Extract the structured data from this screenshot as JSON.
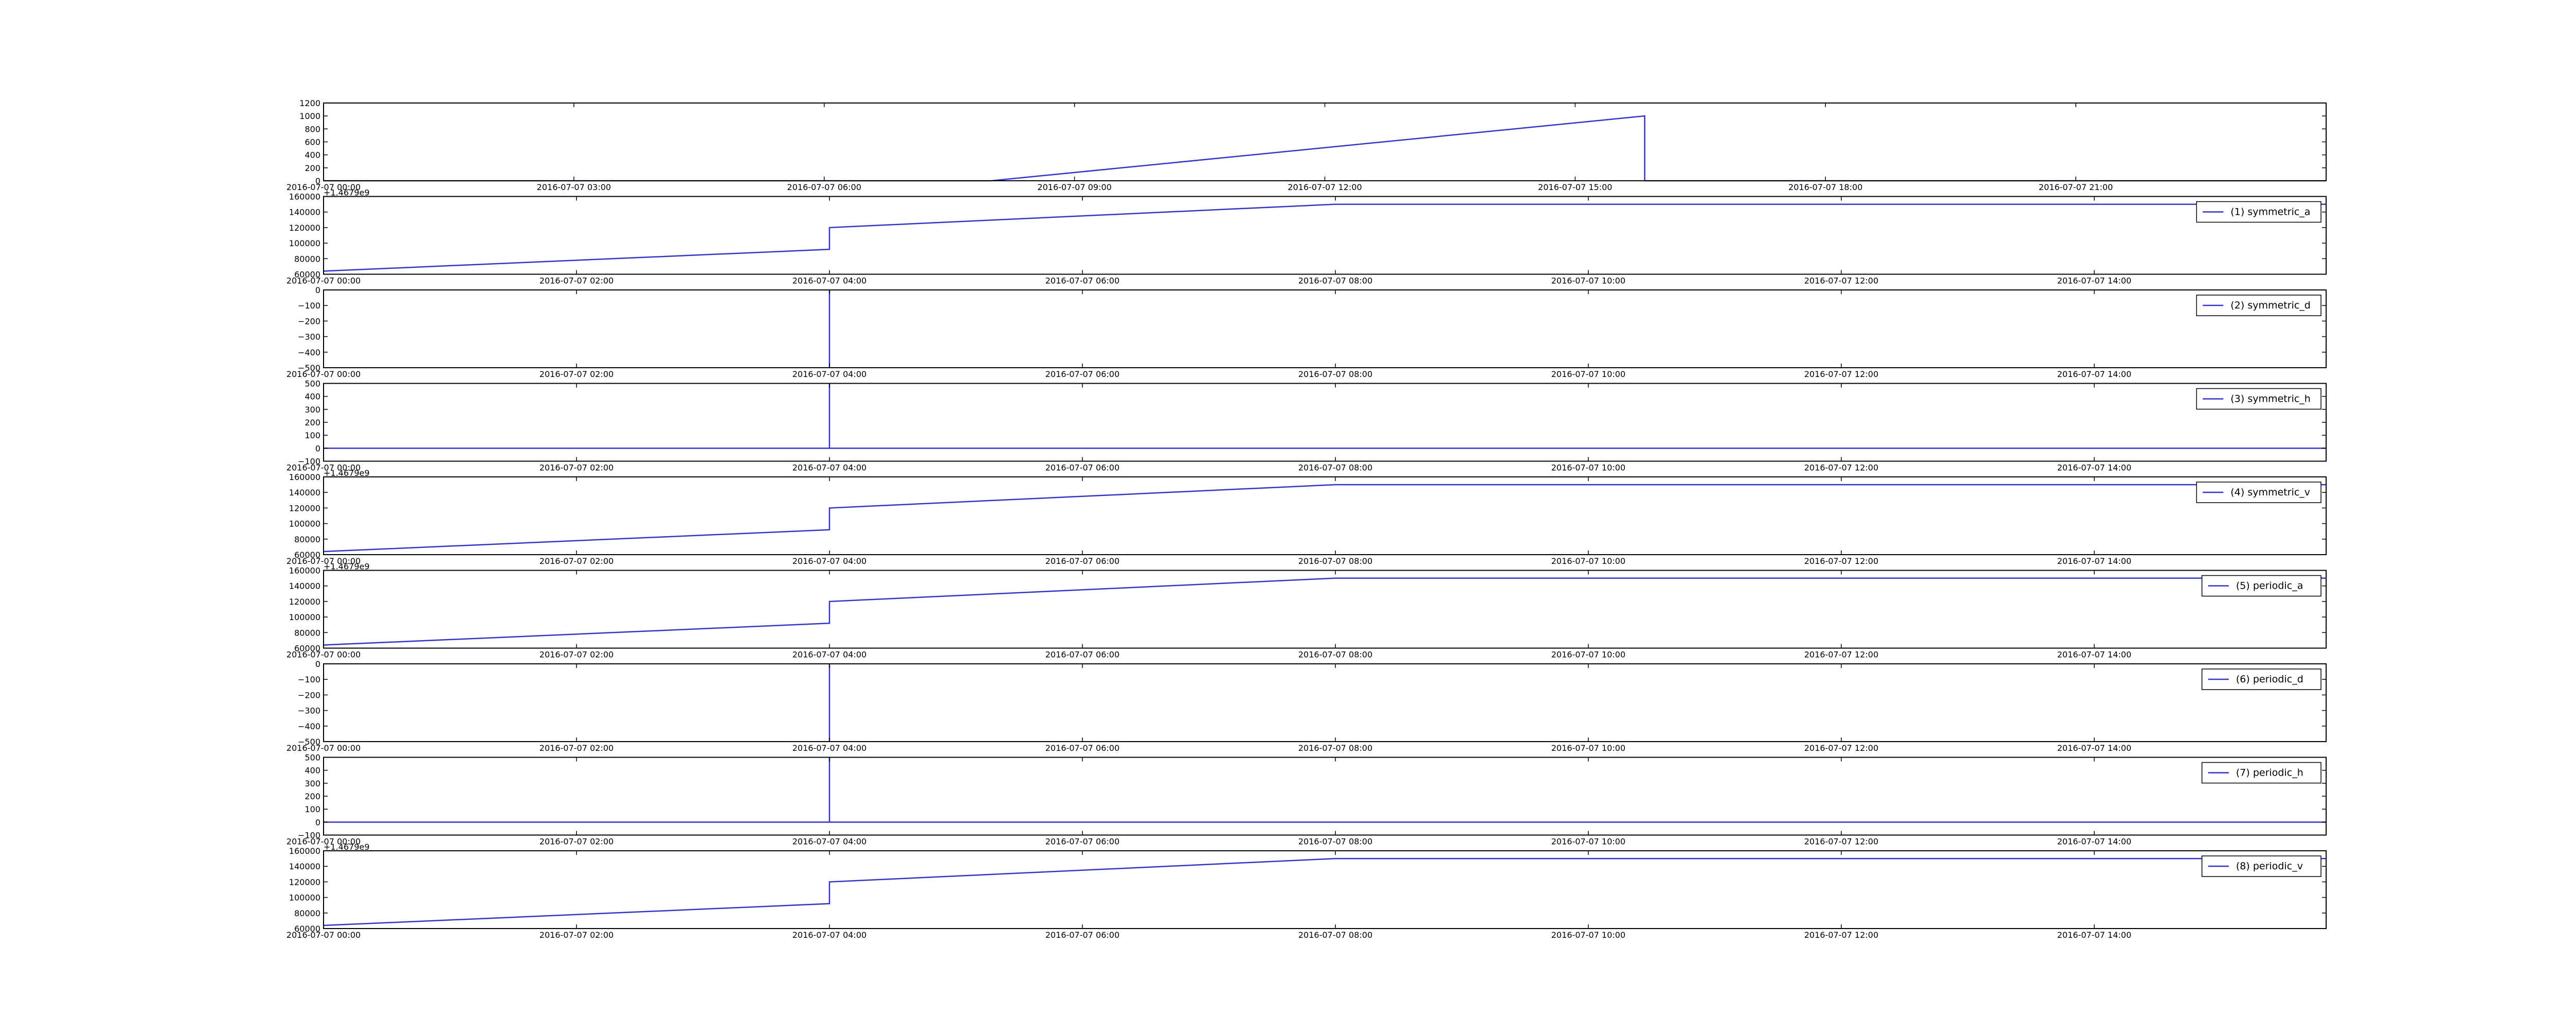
{
  "line_color": "#3333cc",
  "frame_color": "#000000",
  "chart_data": [
    {
      "type": "line",
      "x_type": "time",
      "xlim": [
        "2016-07-07 00:00",
        "2016-07-08 00:00"
      ],
      "ylim": [
        0,
        1200
      ],
      "yticks": [
        0,
        200,
        400,
        600,
        800,
        1000,
        1200
      ],
      "ytick_labels": [
        "0",
        "200",
        "400",
        "600",
        "800",
        "1000",
        "1200"
      ],
      "xticks": [
        "2016-07-07 00:00",
        "2016-07-07 03:00",
        "2016-07-07 06:00",
        "2016-07-07 09:00",
        "2016-07-07 12:00",
        "2016-07-07 15:00",
        "2016-07-07 18:00",
        "2016-07-07 21:00"
      ],
      "xtick_labels": [
        "2016-07-07 00:00",
        "2016-07-07 03:00",
        "2016-07-07 06:00",
        "2016-07-07 09:00",
        "2016-07-07 12:00",
        "2016-07-07 15:00",
        "2016-07-07 18:00",
        "2016-07-07 21:00"
      ],
      "offset_label": "",
      "legend": "",
      "series": [
        {
          "x": [
            "2016-07-07 00:00",
            "2016-07-07 08:00",
            "2016-07-07 15:50",
            "2016-07-07 15:50",
            "2016-07-08 00:00"
          ],
          "y": [
            0,
            0,
            1000,
            0,
            0
          ]
        }
      ]
    },
    {
      "type": "line",
      "x_type": "time",
      "xlim": [
        "2016-07-07 00:00",
        "2016-07-07 15:50"
      ],
      "ylim": [
        60000,
        160000
      ],
      "yticks": [
        60000,
        80000,
        100000,
        120000,
        140000,
        160000
      ],
      "ytick_labels": [
        "60000",
        "80000",
        "100000",
        "120000",
        "140000",
        "160000"
      ],
      "xticks": [
        "2016-07-07 00:00",
        "2016-07-07 02:00",
        "2016-07-07 04:00",
        "2016-07-07 06:00",
        "2016-07-07 08:00",
        "2016-07-07 10:00",
        "2016-07-07 12:00",
        "2016-07-07 14:00"
      ],
      "xtick_labels": [
        "2016-07-07 00:00",
        "2016-07-07 02:00",
        "2016-07-07 04:00",
        "2016-07-07 06:00",
        "2016-07-07 08:00",
        "2016-07-07 10:00",
        "2016-07-07 12:00",
        "2016-07-07 14:00"
      ],
      "offset_label": "+1.4679e9",
      "legend": "(1) symmetric_a",
      "series": [
        {
          "name": "(1) symmetric_a",
          "x": [
            "2016-07-07 00:00",
            "2016-07-07 04:00",
            "2016-07-07 04:00",
            "2016-07-07 08:00",
            "2016-07-07 15:50"
          ],
          "y": [
            64000,
            92000,
            120000,
            150000,
            150000
          ]
        }
      ]
    },
    {
      "type": "line",
      "x_type": "time",
      "xlim": [
        "2016-07-07 00:00",
        "2016-07-07 15:50"
      ],
      "ylim": [
        -500,
        0
      ],
      "yticks": [
        -500,
        -400,
        -300,
        -200,
        -100,
        0
      ],
      "ytick_labels": [
        "−500",
        "−400",
        "−300",
        "−200",
        "−100",
        "0"
      ],
      "xticks": [
        "2016-07-07 00:00",
        "2016-07-07 02:00",
        "2016-07-07 04:00",
        "2016-07-07 06:00",
        "2016-07-07 08:00",
        "2016-07-07 10:00",
        "2016-07-07 12:00",
        "2016-07-07 14:00"
      ],
      "xtick_labels": [
        "2016-07-07 00:00",
        "2016-07-07 02:00",
        "2016-07-07 04:00",
        "2016-07-07 06:00",
        "2016-07-07 08:00",
        "2016-07-07 10:00",
        "2016-07-07 12:00",
        "2016-07-07 14:00"
      ],
      "offset_label": "",
      "legend": "(2) symmetric_d",
      "series": [
        {
          "name": "(2) symmetric_d",
          "x": [
            "2016-07-07 04:00",
            "2016-07-07 04:00"
          ],
          "y": [
            0,
            -500
          ]
        }
      ]
    },
    {
      "type": "line",
      "x_type": "time",
      "xlim": [
        "2016-07-07 00:00",
        "2016-07-07 15:50"
      ],
      "ylim": [
        -100,
        500
      ],
      "yticks": [
        -100,
        0,
        100,
        200,
        300,
        400,
        500
      ],
      "ytick_labels": [
        "−100",
        "0",
        "100",
        "200",
        "300",
        "400",
        "500"
      ],
      "xticks": [
        "2016-07-07 00:00",
        "2016-07-07 02:00",
        "2016-07-07 04:00",
        "2016-07-07 06:00",
        "2016-07-07 08:00",
        "2016-07-07 10:00",
        "2016-07-07 12:00",
        "2016-07-07 14:00"
      ],
      "xtick_labels": [
        "2016-07-07 00:00",
        "2016-07-07 02:00",
        "2016-07-07 04:00",
        "2016-07-07 06:00",
        "2016-07-07 08:00",
        "2016-07-07 10:00",
        "2016-07-07 12:00",
        "2016-07-07 14:00"
      ],
      "offset_label": "",
      "legend": "(3) symmetric_h",
      "series": [
        {
          "name": "(3) symmetric_h",
          "x": [
            "2016-07-07 00:00",
            "2016-07-07 04:00",
            "2016-07-07 04:00",
            "2016-07-07 04:00",
            "2016-07-07 15:50"
          ],
          "y": [
            0,
            0,
            500,
            0,
            0
          ]
        }
      ]
    },
    {
      "type": "line",
      "x_type": "time",
      "xlim": [
        "2016-07-07 00:00",
        "2016-07-07 15:50"
      ],
      "ylim": [
        60000,
        160000
      ],
      "yticks": [
        60000,
        80000,
        100000,
        120000,
        140000,
        160000
      ],
      "ytick_labels": [
        "60000",
        "80000",
        "100000",
        "120000",
        "140000",
        "160000"
      ],
      "xticks": [
        "2016-07-07 00:00",
        "2016-07-07 02:00",
        "2016-07-07 04:00",
        "2016-07-07 06:00",
        "2016-07-07 08:00",
        "2016-07-07 10:00",
        "2016-07-07 12:00",
        "2016-07-07 14:00"
      ],
      "xtick_labels": [
        "2016-07-07 00:00",
        "2016-07-07 02:00",
        "2016-07-07 04:00",
        "2016-07-07 06:00",
        "2016-07-07 08:00",
        "2016-07-07 10:00",
        "2016-07-07 12:00",
        "2016-07-07 14:00"
      ],
      "offset_label": "+1.4679e9",
      "legend": "(4) symmetric_v",
      "series": [
        {
          "name": "(4) symmetric_v",
          "x": [
            "2016-07-07 00:00",
            "2016-07-07 04:00",
            "2016-07-07 04:00",
            "2016-07-07 08:00",
            "2016-07-07 15:50"
          ],
          "y": [
            64000,
            92000,
            120000,
            150000,
            150000
          ]
        }
      ]
    },
    {
      "type": "line",
      "x_type": "time",
      "xlim": [
        "2016-07-07 00:00",
        "2016-07-07 15:50"
      ],
      "ylim": [
        60000,
        160000
      ],
      "yticks": [
        60000,
        80000,
        100000,
        120000,
        140000,
        160000
      ],
      "ytick_labels": [
        "60000",
        "80000",
        "100000",
        "120000",
        "140000",
        "160000"
      ],
      "xticks": [
        "2016-07-07 00:00",
        "2016-07-07 02:00",
        "2016-07-07 04:00",
        "2016-07-07 06:00",
        "2016-07-07 08:00",
        "2016-07-07 10:00",
        "2016-07-07 12:00",
        "2016-07-07 14:00"
      ],
      "xtick_labels": [
        "2016-07-07 00:00",
        "2016-07-07 02:00",
        "2016-07-07 04:00",
        "2016-07-07 06:00",
        "2016-07-07 08:00",
        "2016-07-07 10:00",
        "2016-07-07 12:00",
        "2016-07-07 14:00"
      ],
      "offset_label": "+1.4679e9",
      "legend": "(5) periodic_a",
      "series": [
        {
          "name": "(5) periodic_a",
          "x": [
            "2016-07-07 00:00",
            "2016-07-07 04:00",
            "2016-07-07 04:00",
            "2016-07-07 08:00",
            "2016-07-07 15:50"
          ],
          "y": [
            64000,
            92000,
            120000,
            150000,
            150000
          ]
        }
      ]
    },
    {
      "type": "line",
      "x_type": "time",
      "xlim": [
        "2016-07-07 00:00",
        "2016-07-07 15:50"
      ],
      "ylim": [
        -500,
        0
      ],
      "yticks": [
        -500,
        -400,
        -300,
        -200,
        -100,
        0
      ],
      "ytick_labels": [
        "−500",
        "−400",
        "−300",
        "−200",
        "−100",
        "0"
      ],
      "xticks": [
        "2016-07-07 00:00",
        "2016-07-07 02:00",
        "2016-07-07 04:00",
        "2016-07-07 06:00",
        "2016-07-07 08:00",
        "2016-07-07 10:00",
        "2016-07-07 12:00",
        "2016-07-07 14:00"
      ],
      "xtick_labels": [
        "2016-07-07 00:00",
        "2016-07-07 02:00",
        "2016-07-07 04:00",
        "2016-07-07 06:00",
        "2016-07-07 08:00",
        "2016-07-07 10:00",
        "2016-07-07 12:00",
        "2016-07-07 14:00"
      ],
      "offset_label": "",
      "legend": "(6) periodic_d",
      "series": [
        {
          "name": "(6) periodic_d",
          "x": [
            "2016-07-07 04:00",
            "2016-07-07 04:00"
          ],
          "y": [
            0,
            -500
          ]
        }
      ]
    },
    {
      "type": "line",
      "x_type": "time",
      "xlim": [
        "2016-07-07 00:00",
        "2016-07-07 15:50"
      ],
      "ylim": [
        -100,
        500
      ],
      "yticks": [
        -100,
        0,
        100,
        200,
        300,
        400,
        500
      ],
      "ytick_labels": [
        "−100",
        "0",
        "100",
        "200",
        "300",
        "400",
        "500"
      ],
      "xticks": [
        "2016-07-07 00:00",
        "2016-07-07 02:00",
        "2016-07-07 04:00",
        "2016-07-07 06:00",
        "2016-07-07 08:00",
        "2016-07-07 10:00",
        "2016-07-07 12:00",
        "2016-07-07 14:00"
      ],
      "xtick_labels": [
        "2016-07-07 00:00",
        "2016-07-07 02:00",
        "2016-07-07 04:00",
        "2016-07-07 06:00",
        "2016-07-07 08:00",
        "2016-07-07 10:00",
        "2016-07-07 12:00",
        "2016-07-07 14:00"
      ],
      "offset_label": "",
      "legend": "(7) periodic_h",
      "series": [
        {
          "name": "(7) periodic_h",
          "x": [
            "2016-07-07 00:00",
            "2016-07-07 04:00",
            "2016-07-07 04:00",
            "2016-07-07 04:00",
            "2016-07-07 15:50"
          ],
          "y": [
            0,
            0,
            500,
            0,
            0
          ]
        }
      ]
    },
    {
      "type": "line",
      "x_type": "time",
      "xlim": [
        "2016-07-07 00:00",
        "2016-07-07 15:50"
      ],
      "ylim": [
        60000,
        160000
      ],
      "yticks": [
        60000,
        80000,
        100000,
        120000,
        140000,
        160000
      ],
      "ytick_labels": [
        "60000",
        "80000",
        "100000",
        "120000",
        "140000",
        "160000"
      ],
      "xticks": [
        "2016-07-07 00:00",
        "2016-07-07 02:00",
        "2016-07-07 04:00",
        "2016-07-07 06:00",
        "2016-07-07 08:00",
        "2016-07-07 10:00",
        "2016-07-07 12:00",
        "2016-07-07 14:00"
      ],
      "xtick_labels": [
        "2016-07-07 00:00",
        "2016-07-07 02:00",
        "2016-07-07 04:00",
        "2016-07-07 06:00",
        "2016-07-07 08:00",
        "2016-07-07 10:00",
        "2016-07-07 12:00",
        "2016-07-07 14:00"
      ],
      "offset_label": "+1.4679e9",
      "legend": "(8) periodic_v",
      "series": [
        {
          "name": "(8) periodic_v",
          "x": [
            "2016-07-07 00:00",
            "2016-07-07 04:00",
            "2016-07-07 04:00",
            "2016-07-07 08:00",
            "2016-07-07 15:50"
          ],
          "y": [
            64000,
            92000,
            120000,
            150000,
            150000
          ]
        }
      ]
    }
  ]
}
